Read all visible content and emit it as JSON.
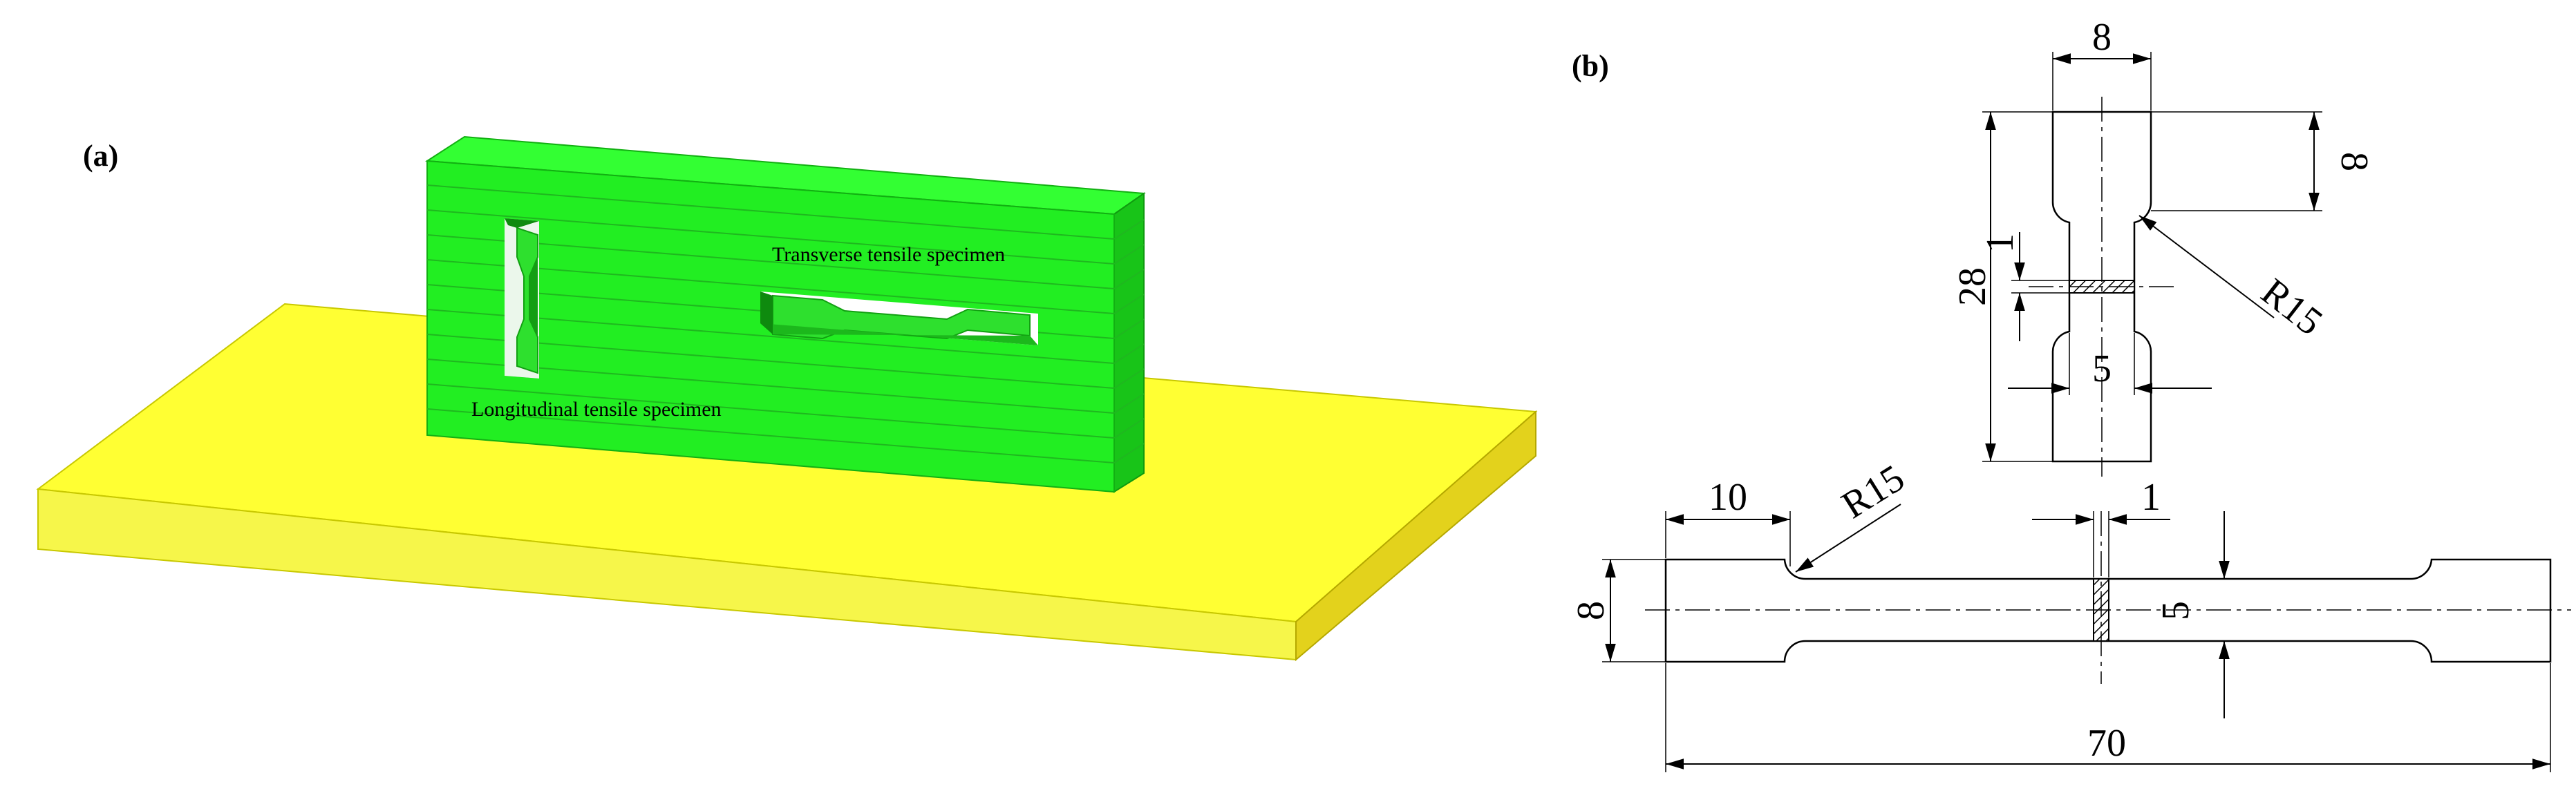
{
  "panel_a": {
    "label": "(a)",
    "transverse_label": "Transverse tensile specimen",
    "longitudinal_label": "Longitudinal tensile specimen",
    "colors": {
      "substrate": "#ffff33",
      "wall": "#22ee22"
    }
  },
  "panel_b": {
    "label": "(b)",
    "vertical_specimen": {
      "width": "8",
      "grip_length": "8",
      "total_length": "28",
      "weld_width": "1",
      "gauge_width": "5",
      "fillet_radius": "R15"
    },
    "horizontal_specimen": {
      "grip_length": "10",
      "fillet_radius": "R15",
      "weld_width": "1",
      "grip_width": "8",
      "gauge_width": "5",
      "total_length": "70"
    }
  }
}
